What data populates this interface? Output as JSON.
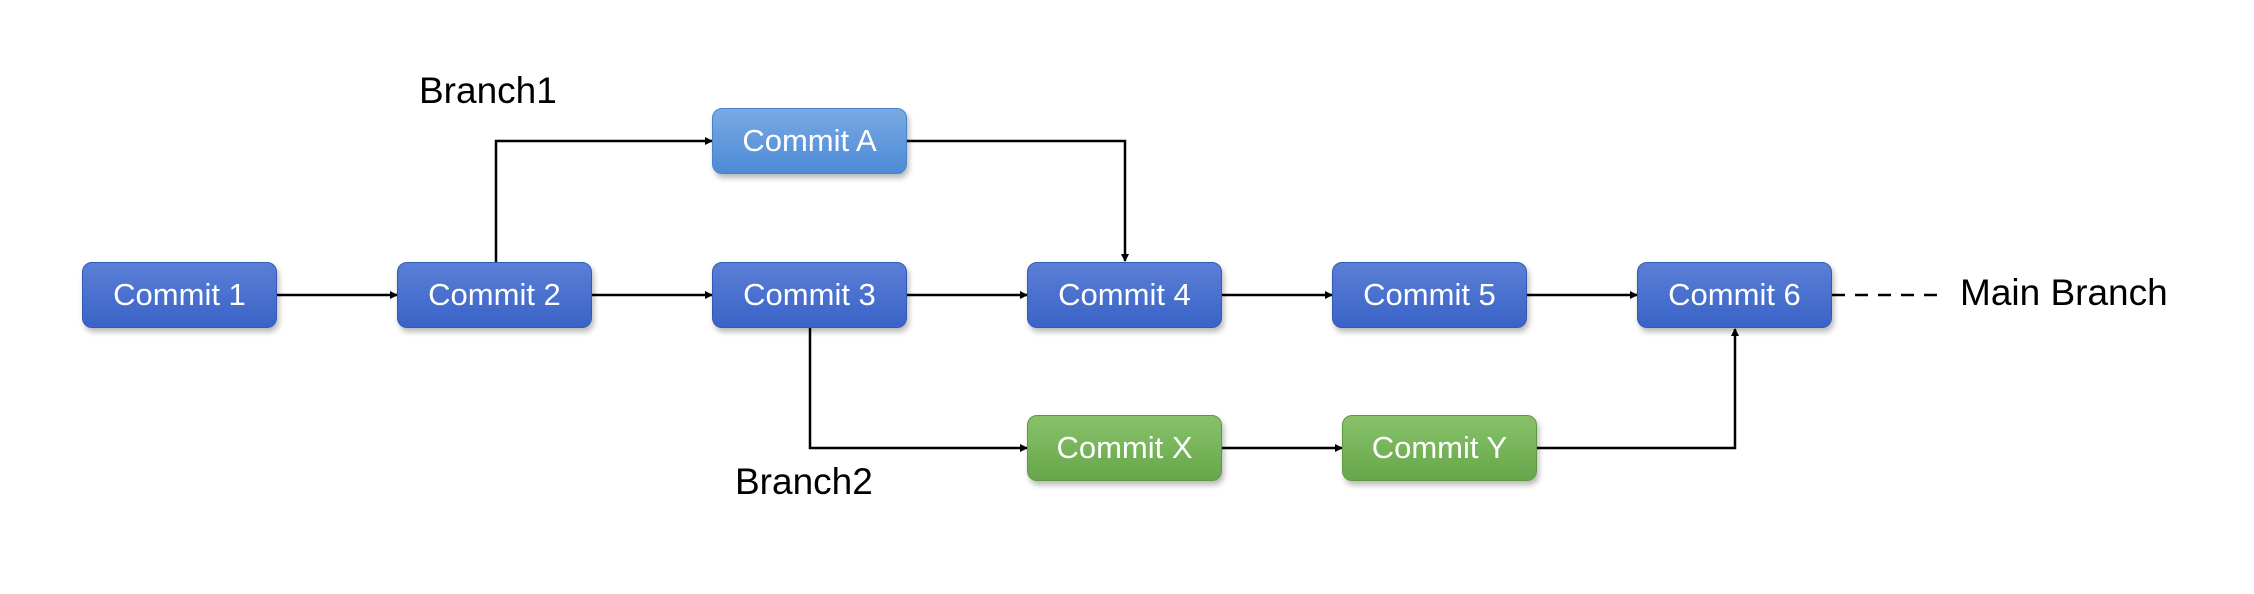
{
  "commits": {
    "c1": "Commit 1",
    "c2": "Commit 2",
    "c3": "Commit 3",
    "c4": "Commit 4",
    "c5": "Commit 5",
    "c6": "Commit 6",
    "ca": "Commit A",
    "cx": "Commit X",
    "cy": "Commit Y"
  },
  "branches": {
    "branch1": "Branch1",
    "branch2": "Branch2",
    "main": "Main Branch"
  },
  "colors": {
    "main_commit": "#3F68CB",
    "branch1_commit": "#5B95DA",
    "branch2_commit": "#72AE53",
    "arrow": "#000000"
  }
}
